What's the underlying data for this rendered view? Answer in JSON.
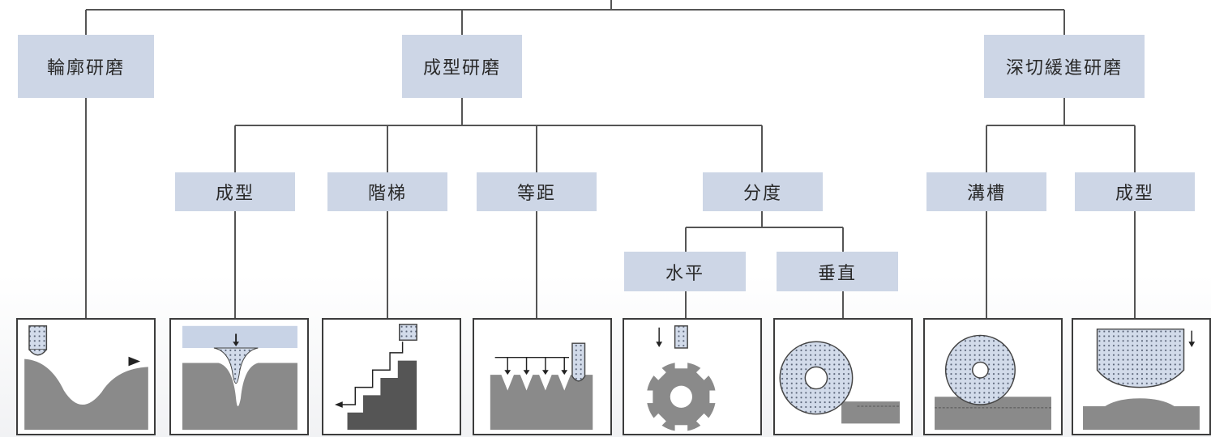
{
  "level1": {
    "contour": "輪廓研磨",
    "form": "成型研磨",
    "creep_feed": "深切緩進研磨"
  },
  "level2": {
    "form": "成型",
    "step": "階梯",
    "equal_pitch": "等距",
    "indexing": "分度",
    "slot": "溝槽",
    "creep_form": "成型"
  },
  "level3": {
    "horizontal": "水平",
    "vertical": "垂直"
  },
  "colors": {
    "box_fill": "#cdd6e6",
    "line": "#555555",
    "workpiece": "#8a8a8a",
    "wheel_dots": "#c8d3e6"
  }
}
